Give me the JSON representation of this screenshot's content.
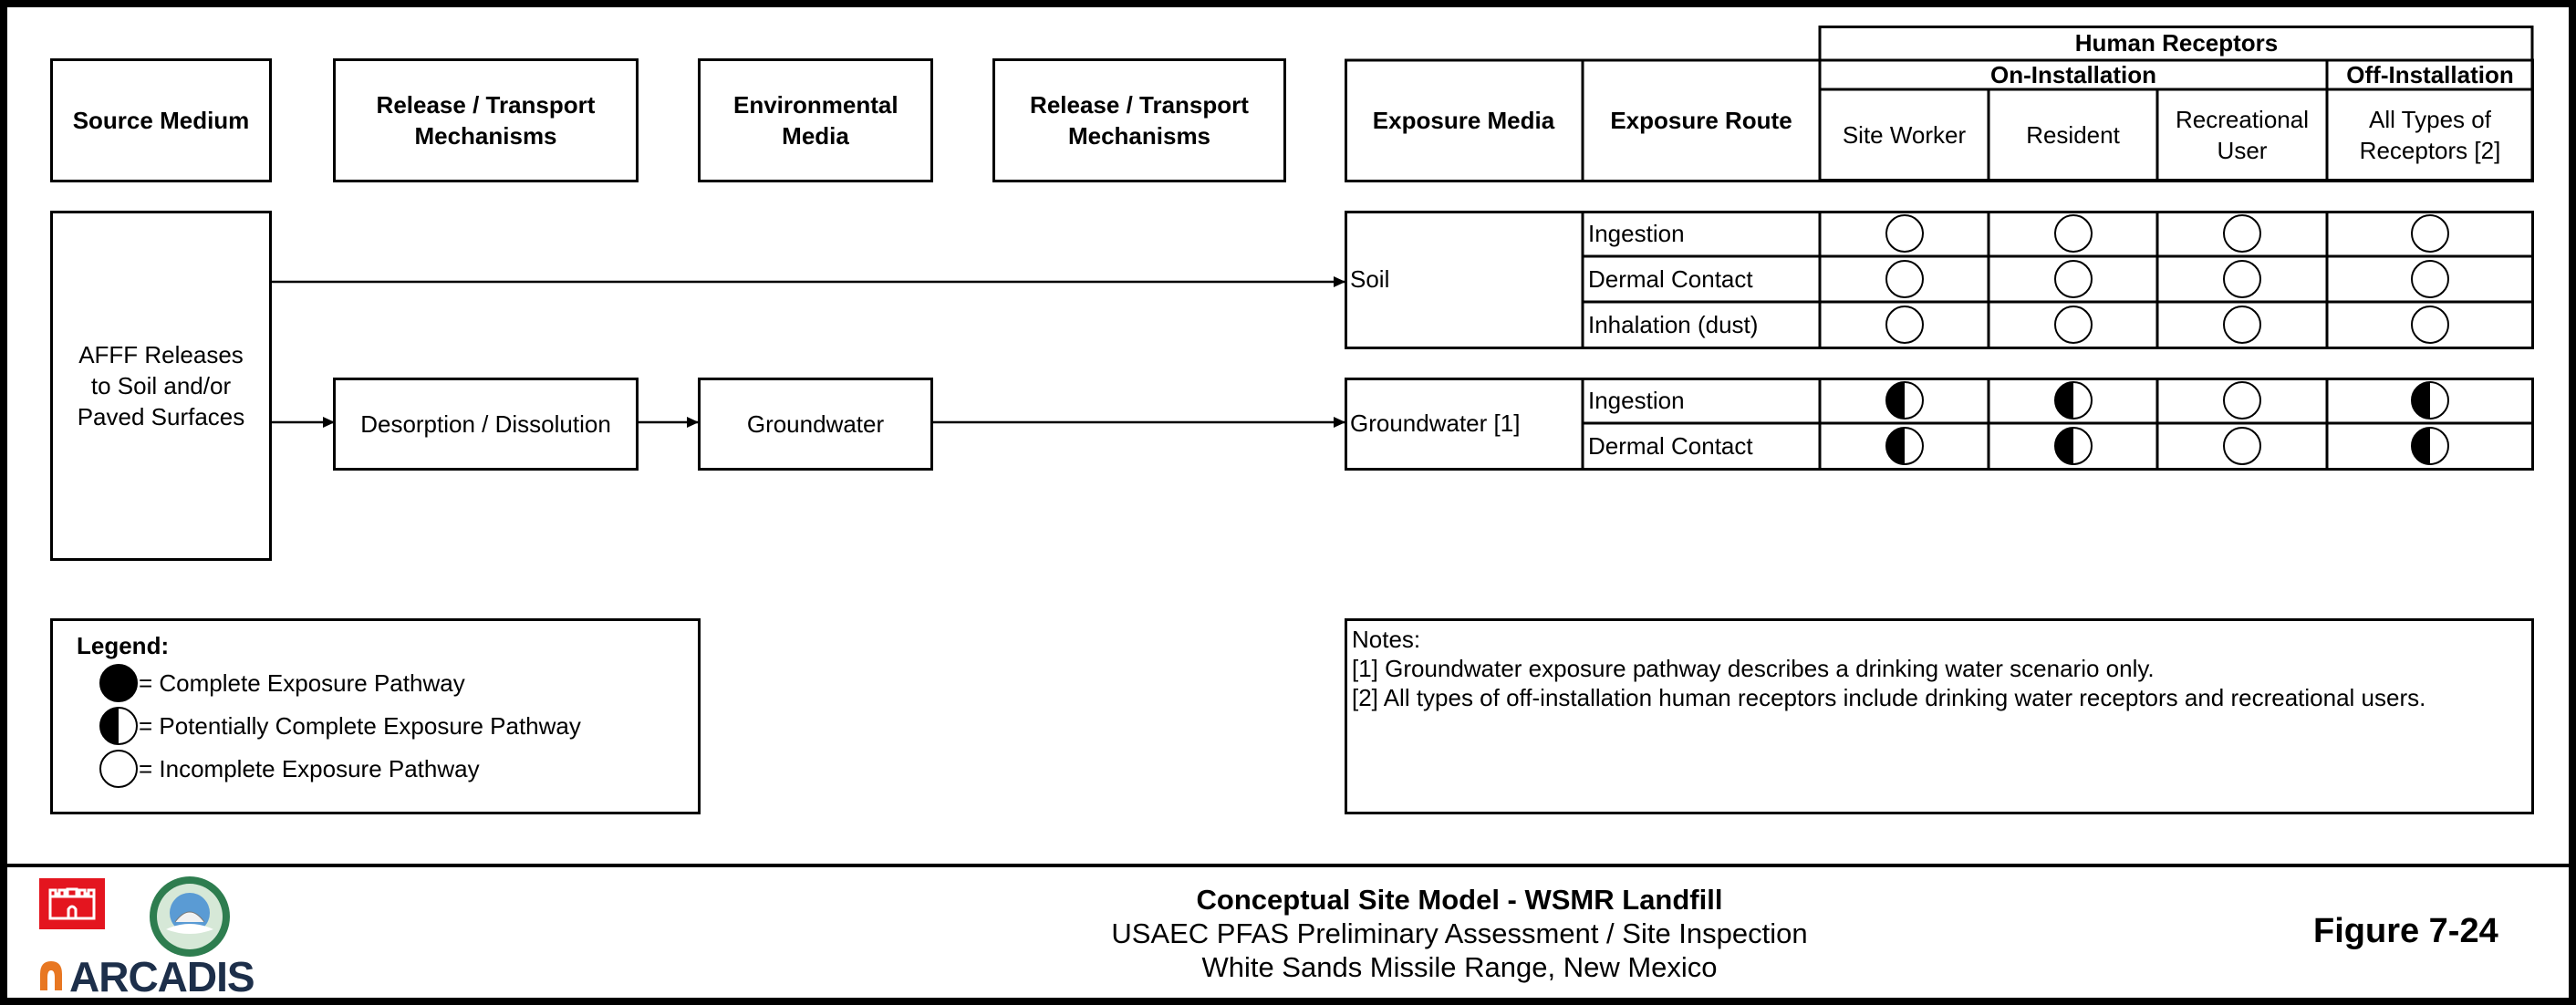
{
  "headers": {
    "source_medium": "Source Medium",
    "release_transport_1": "Release / Transport Mechanisms",
    "environmental_media": "Environmental Media",
    "release_transport_2": "Release / Transport Mechanisms",
    "exposure_media": "Exposure Media",
    "exposure_route": "Exposure Route",
    "human_receptors": "Human Receptors",
    "on_installation": "On-Installation",
    "off_installation": "Off-Installation",
    "receptors": [
      "Site Worker",
      "Resident",
      "Recreational User",
      "All Types of Receptors [2]"
    ]
  },
  "flow": {
    "source": "AFFF Releases to Soil and/or Paved Surfaces",
    "mechanism": "Desorption / Dissolution",
    "environmental_medium": "Groundwater"
  },
  "exposure": [
    {
      "media": "Soil",
      "routes": [
        {
          "route": "Ingestion",
          "status": [
            "incomplete",
            "incomplete",
            "incomplete",
            "incomplete"
          ]
        },
        {
          "route": "Dermal Contact",
          "status": [
            "incomplete",
            "incomplete",
            "incomplete",
            "incomplete"
          ]
        },
        {
          "route": "Inhalation (dust)",
          "status": [
            "incomplete",
            "incomplete",
            "incomplete",
            "incomplete"
          ]
        }
      ]
    },
    {
      "media": "Groundwater [1]",
      "routes": [
        {
          "route": "Ingestion",
          "status": [
            "potential",
            "potential",
            "incomplete",
            "potential"
          ]
        },
        {
          "route": "Dermal Contact",
          "status": [
            "potential",
            "potential",
            "incomplete",
            "potential"
          ]
        }
      ]
    }
  ],
  "legend": {
    "title": "Legend:",
    "items": [
      {
        "symbol": "complete",
        "label": "= Complete Exposure Pathway"
      },
      {
        "symbol": "potential",
        "label": "= Potentially Complete Exposure Pathway"
      },
      {
        "symbol": "incomplete",
        "label": "= Incomplete Exposure Pathway"
      }
    ]
  },
  "notes": {
    "title": "Notes:",
    "lines": [
      "[1] Groundwater exposure pathway describes a drinking water scenario only.",
      "[2] All types of off-installation human receptors include drinking water receptors and recreational users."
    ]
  },
  "title_block": {
    "title": "Conceptual Site Model - WSMR Landfill",
    "subtitle1": "USAEC PFAS Preliminary Assessment / Site Inspection",
    "subtitle2": "White Sands Missile Range, New Mexico",
    "figure": "Figure 7-24"
  },
  "logos": {
    "usace": "usace-castle-logo",
    "usaec": "usaec-seal-logo",
    "arcadis": "ARCADIS",
    "usace_color": "#e4151f",
    "arcadis_color": "#1d2f4a",
    "arcadis_mark_color": "#e87722",
    "usaec_color": "#2e7d4f"
  }
}
